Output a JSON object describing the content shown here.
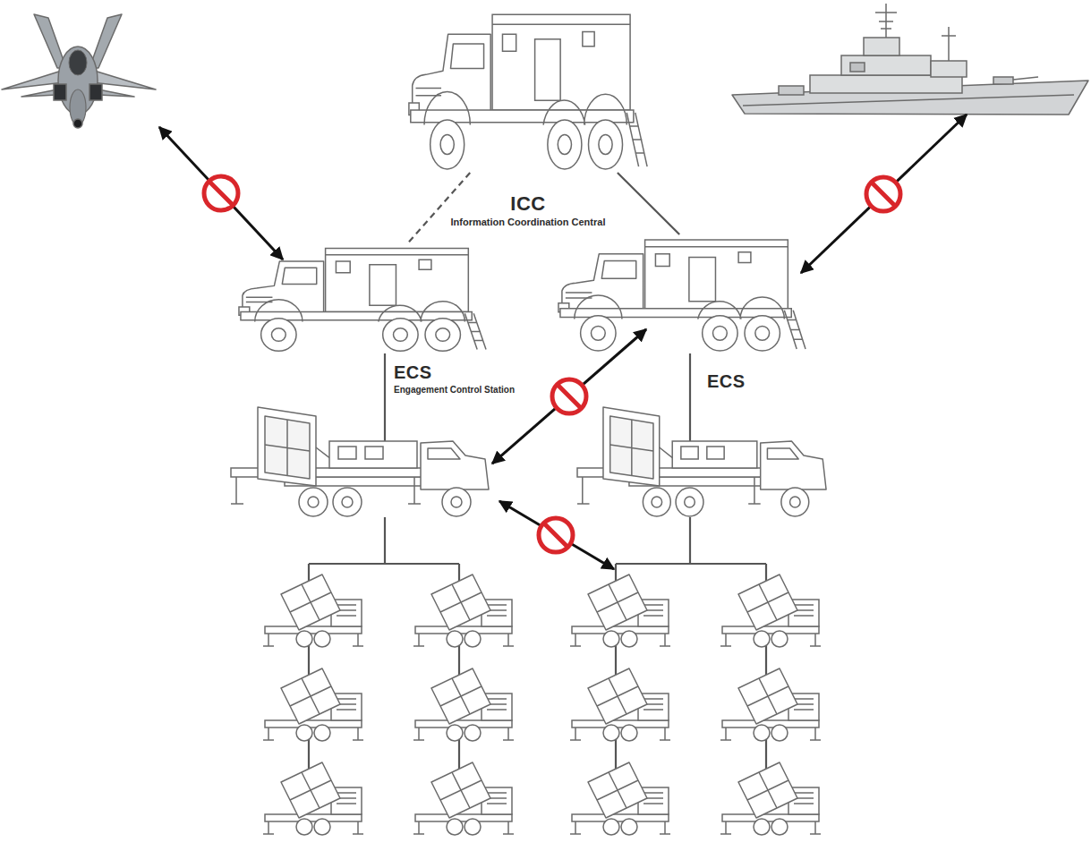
{
  "diagram": {
    "nodes": [
      {
        "text": [
          "ICC",
          "Information Coordination Central"
        ]
      },
      {
        "text": [
          "ECS",
          "Engagement Control Station"
        ]
      },
      {
        "text": [
          "ECS"
        ]
      }
    ],
    "edges": [
      {
        "from": 0,
        "to": 1,
        "arrow": "none"
      },
      {
        "from": 0,
        "to": 2,
        "arrow": "none"
      }
    ]
  }
}
